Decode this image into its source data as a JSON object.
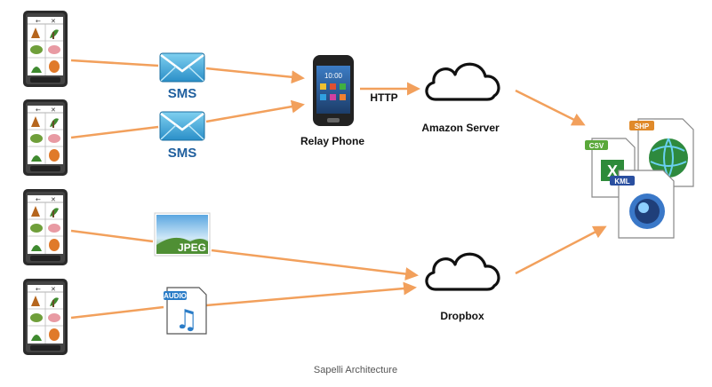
{
  "labels": {
    "sms_1": "SMS",
    "sms_2": "SMS",
    "http": "HTTP",
    "relay_phone": "Relay Phone",
    "amazon_server": "Amazon Server",
    "dropbox": "Dropbox",
    "jpeg": "JPEG",
    "caption": "Sapelli Architecture"
  },
  "file_icons": {
    "csv": "CSV",
    "shp": "SHP",
    "kml": "KML"
  },
  "audio_icon": "AUDIO",
  "colors": {
    "arrow": "#f2a05c",
    "sms": "#1f5f9e",
    "envelope": "#3aa7d6"
  }
}
